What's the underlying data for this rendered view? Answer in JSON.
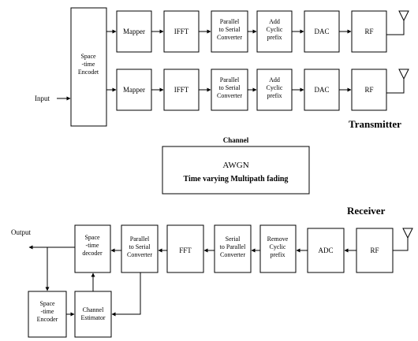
{
  "transmitter": {
    "heading": "Transmitter",
    "input_label": "Input",
    "encoder": [
      "Space",
      "-time",
      "Encodet"
    ],
    "chain": [
      [
        "Mapper"
      ],
      [
        "IFFT"
      ],
      [
        "Parallel",
        "to Serial",
        "Converter"
      ],
      [
        "Add",
        "Cyclic",
        "prefix"
      ],
      [
        "DAC"
      ],
      [
        "RF"
      ]
    ]
  },
  "channel": {
    "title": "Channel",
    "line1": "AWGN",
    "line2": "Time varying  Multipath fading"
  },
  "receiver": {
    "heading": "Receiver",
    "output_label": "Output",
    "blocks": {
      "rf": [
        "RF"
      ],
      "adc": [
        "ADC"
      ],
      "remove_cp": [
        "Remove",
        "Cyclic",
        "prefix"
      ],
      "s2p": [
        "Serial",
        "to Parallel",
        "Converter"
      ],
      "fft": [
        "FFT"
      ],
      "p2s": [
        "Parallel",
        "to Serial",
        "Converter"
      ],
      "decoder": [
        "Space",
        "-time",
        "decoder"
      ],
      "encoder": [
        "Space",
        "-time",
        "Encoder"
      ],
      "estimator": [
        "Channel",
        "Estimator"
      ]
    }
  }
}
